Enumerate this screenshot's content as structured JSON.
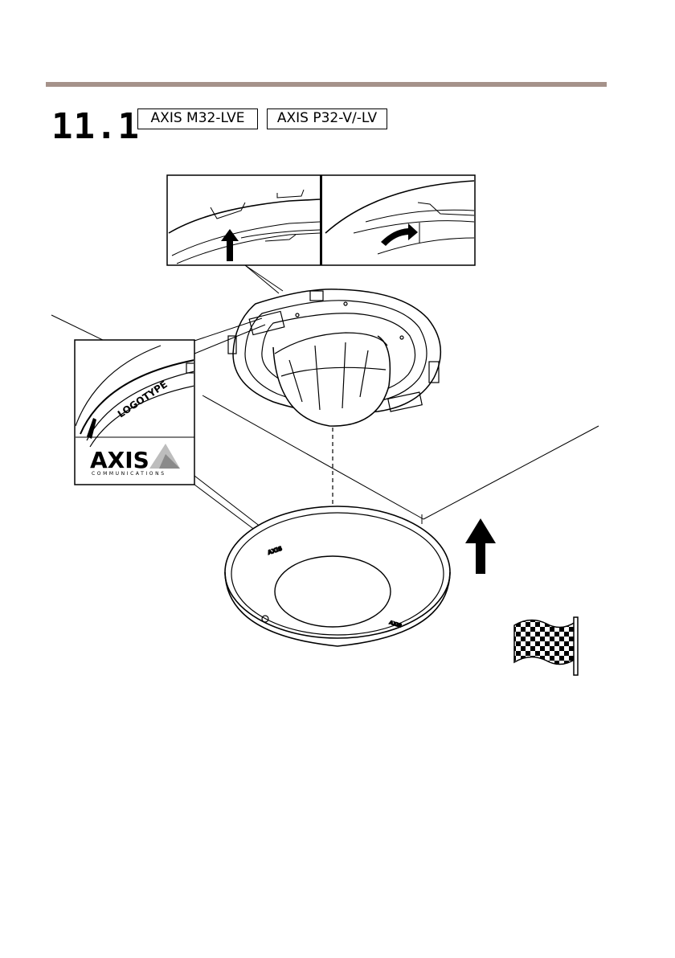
{
  "section": {
    "number": "11.1",
    "models": [
      "AXIS M32-LVE",
      "AXIS P32-V/-LV"
    ]
  },
  "illustration": {
    "logo_caption": "LOGOTYPE",
    "brand_wordmark": "AXIS",
    "brand_subtitle": "COMMUNICATIONS",
    "colors": {
      "rule": "#a5928a",
      "ink": "#000000"
    }
  }
}
